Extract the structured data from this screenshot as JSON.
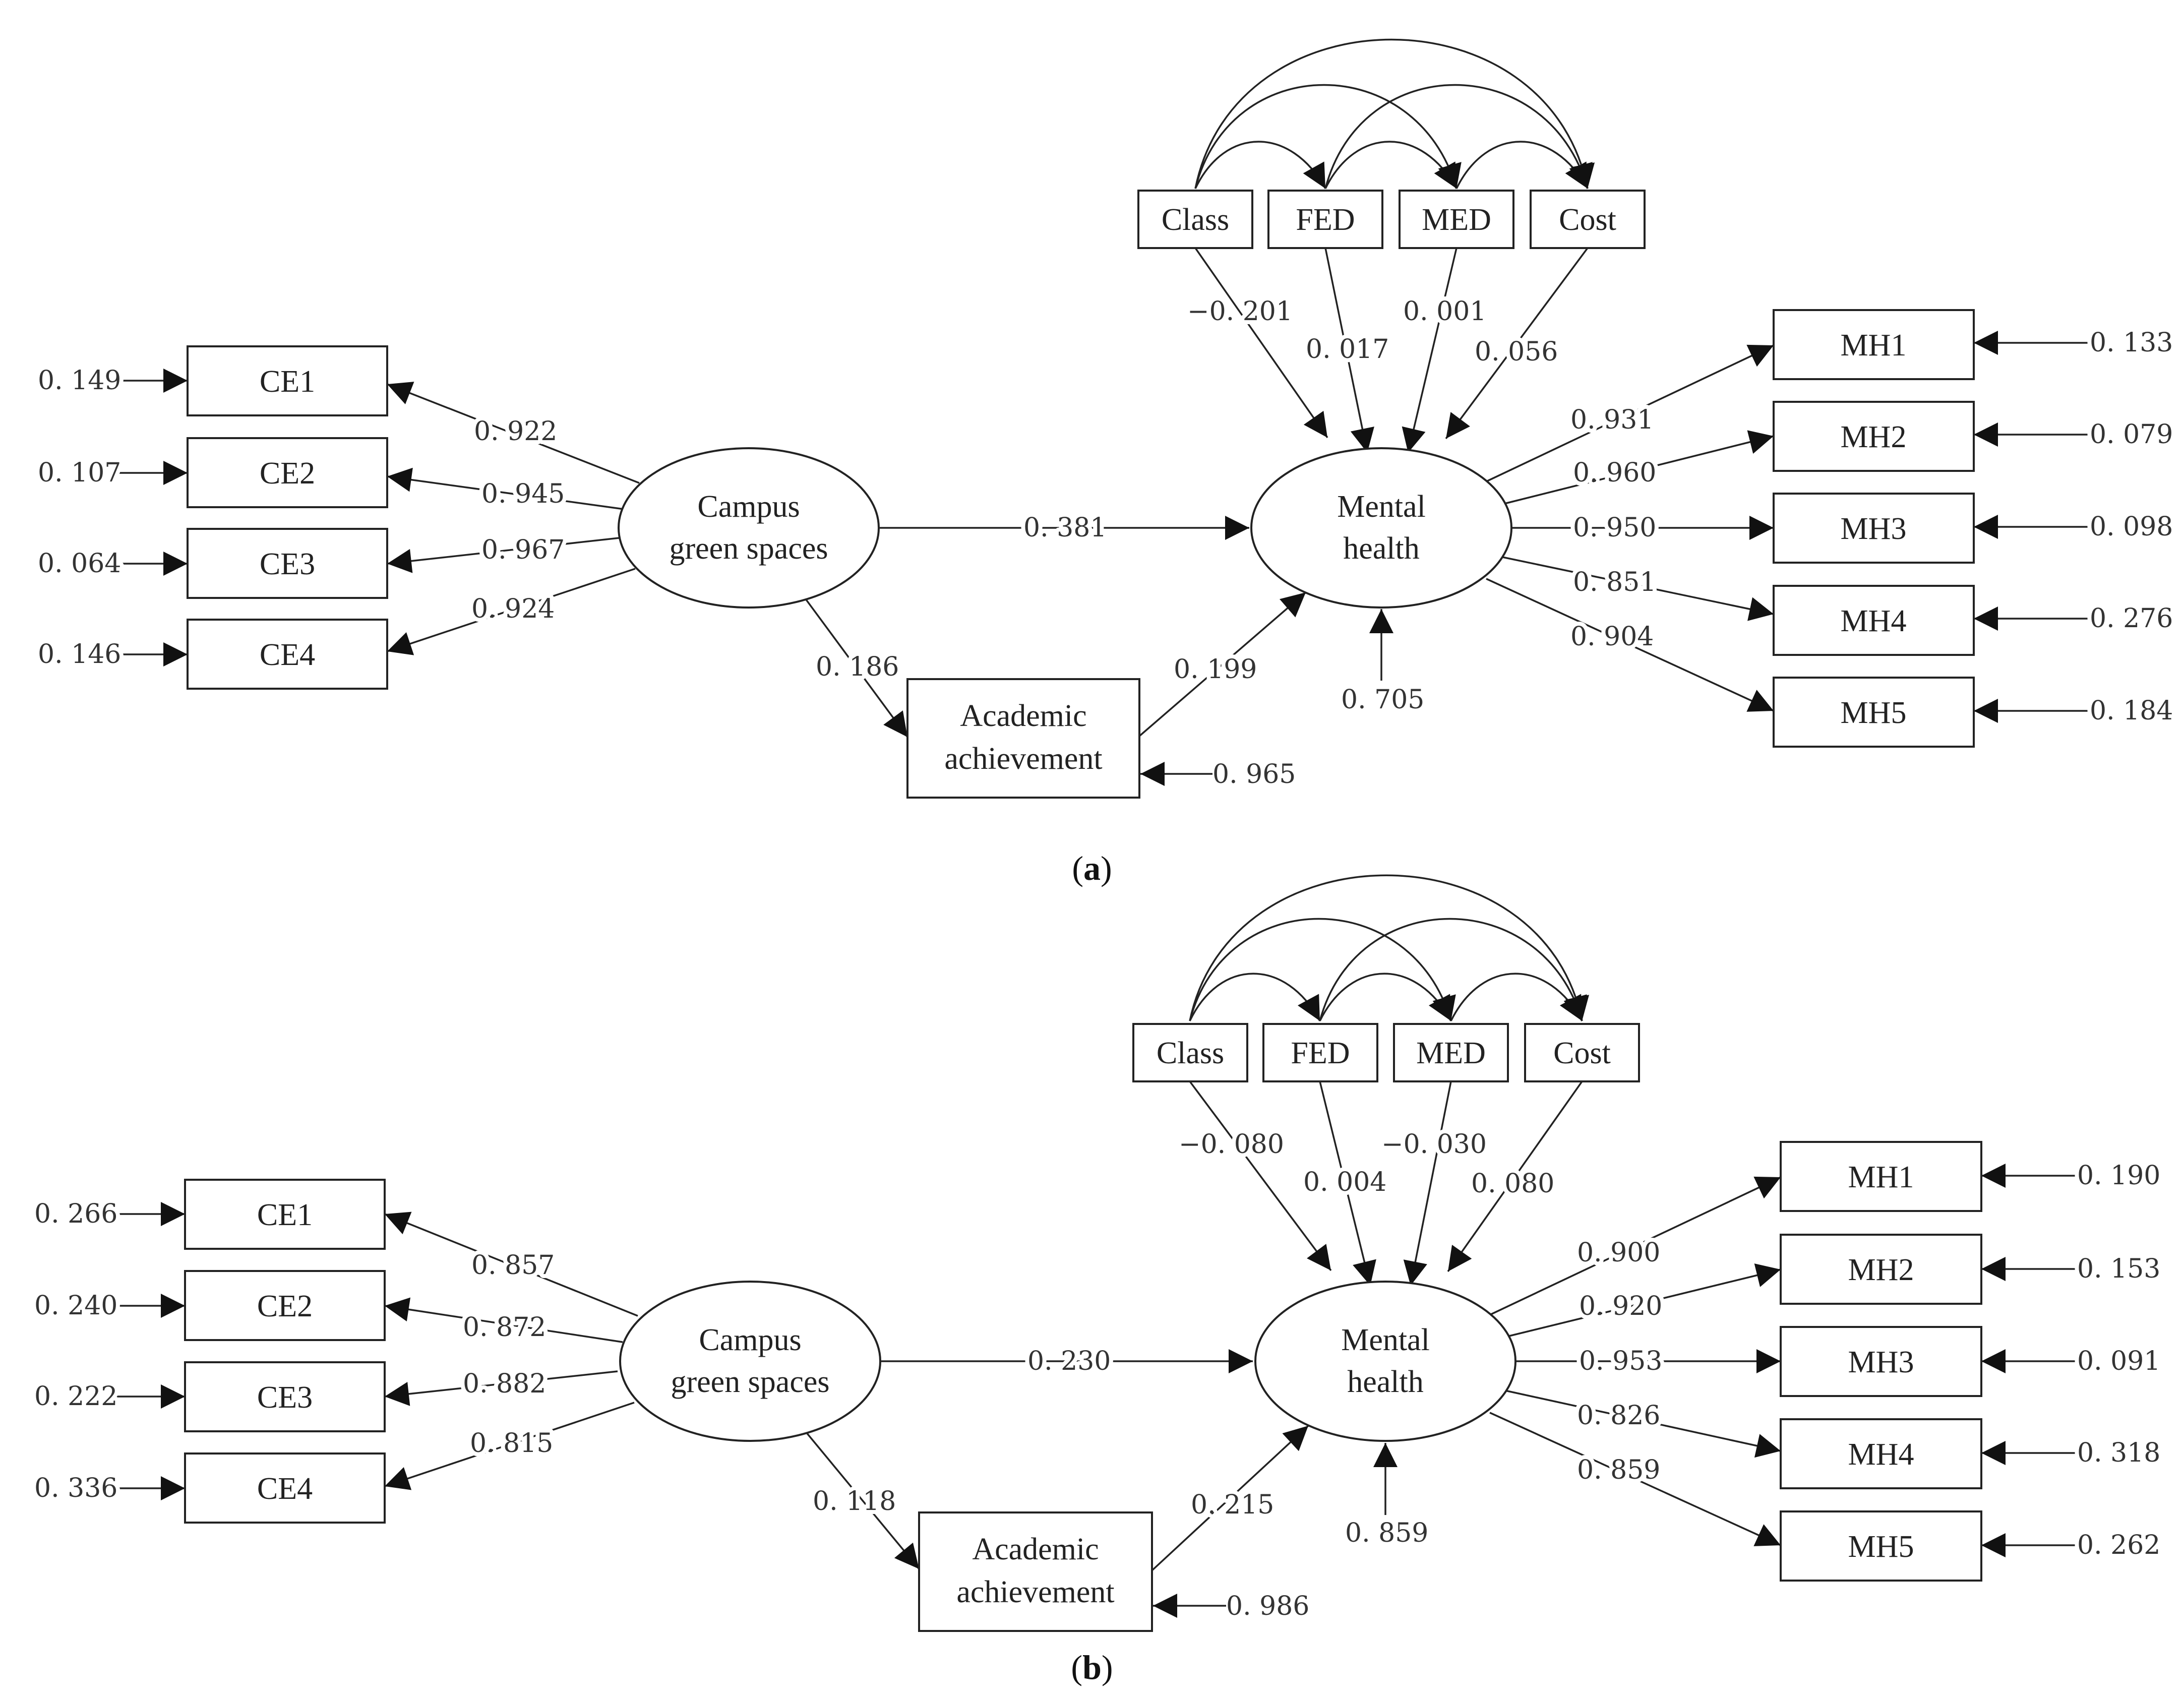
{
  "panels": [
    {
      "label_open": "(",
      "label_letter": "a",
      "label_close": ")",
      "nodes": {
        "ce1": "CE1",
        "ce2": "CE2",
        "ce3": "CE3",
        "ce4": "CE4",
        "campus_line1": "Campus",
        "campus_line2": "green spaces",
        "academic_line1": "Academic",
        "academic_line2": "achievement",
        "mental_line1": "Mental",
        "mental_line2": "health",
        "class": "Class",
        "fed": "FED",
        "med": "MED",
        "cost": "Cost",
        "mh1": "MH1",
        "mh2": "MH2",
        "mh3": "MH3",
        "mh4": "MH4",
        "mh5": "MH5"
      },
      "coefficients": {
        "err_ce1": "0. 149",
        "err_ce2": "0. 107",
        "err_ce3": "0. 064",
        "err_ce4": "0. 146",
        "load_ce1": "0. 922",
        "load_ce2": "0. 945",
        "load_ce3": "0. 967",
        "load_ce4": "0. 924",
        "campus_to_mental": "0. 381",
        "campus_to_academic": "0. 186",
        "academic_to_mental": "0. 199",
        "err_academic": "0. 965",
        "err_mental": "0. 705",
        "class_to_mental": "−0. 201",
        "fed_to_mental": "0. 017",
        "med_to_mental": "0. 001",
        "cost_to_mental": "0. 056",
        "load_mh1": "0. 931",
        "load_mh2": "0. 960",
        "load_mh3": "0. 950",
        "load_mh4": "0. 851",
        "load_mh5": "0. 904",
        "err_mh1": "0. 133",
        "err_mh2": "0. 079",
        "err_mh3": "0. 098",
        "err_mh4": "0. 276",
        "err_mh5": "0. 184"
      }
    },
    {
      "label_open": "(",
      "label_letter": "b",
      "label_close": ")",
      "nodes": {
        "ce1": "CE1",
        "ce2": "CE2",
        "ce3": "CE3",
        "ce4": "CE4",
        "campus_line1": "Campus",
        "campus_line2": "green spaces",
        "academic_line1": "Academic",
        "academic_line2": "achievement",
        "mental_line1": "Mental",
        "mental_line2": "health",
        "class": "Class",
        "fed": "FED",
        "med": "MED",
        "cost": "Cost",
        "mh1": "MH1",
        "mh2": "MH2",
        "mh3": "MH3",
        "mh4": "MH4",
        "mh5": "MH5"
      },
      "coefficients": {
        "err_ce1": "0. 266",
        "err_ce2": "0. 240",
        "err_ce3": "0. 222",
        "err_ce4": "0. 336",
        "load_ce1": "0. 857",
        "load_ce2": "0. 872",
        "load_ce3": "0. 882",
        "load_ce4": "0. 815",
        "campus_to_mental": "0. 230",
        "campus_to_academic": "0. 118",
        "academic_to_mental": "0. 215",
        "err_academic": "0. 986",
        "err_mental": "0. 859",
        "class_to_mental": "−0. 080",
        "fed_to_mental": "0. 004",
        "med_to_mental": "−0. 030",
        "cost_to_mental": "0. 080",
        "load_mh1": "0. 900",
        "load_mh2": "0. 920",
        "load_mh3": "0. 953",
        "load_mh4": "0. 826",
        "load_mh5": "0. 859",
        "err_mh1": "0. 190",
        "err_mh2": "0. 153",
        "err_mh3": "0. 091",
        "err_mh4": "0. 318",
        "err_mh5": "0. 262"
      }
    }
  ]
}
